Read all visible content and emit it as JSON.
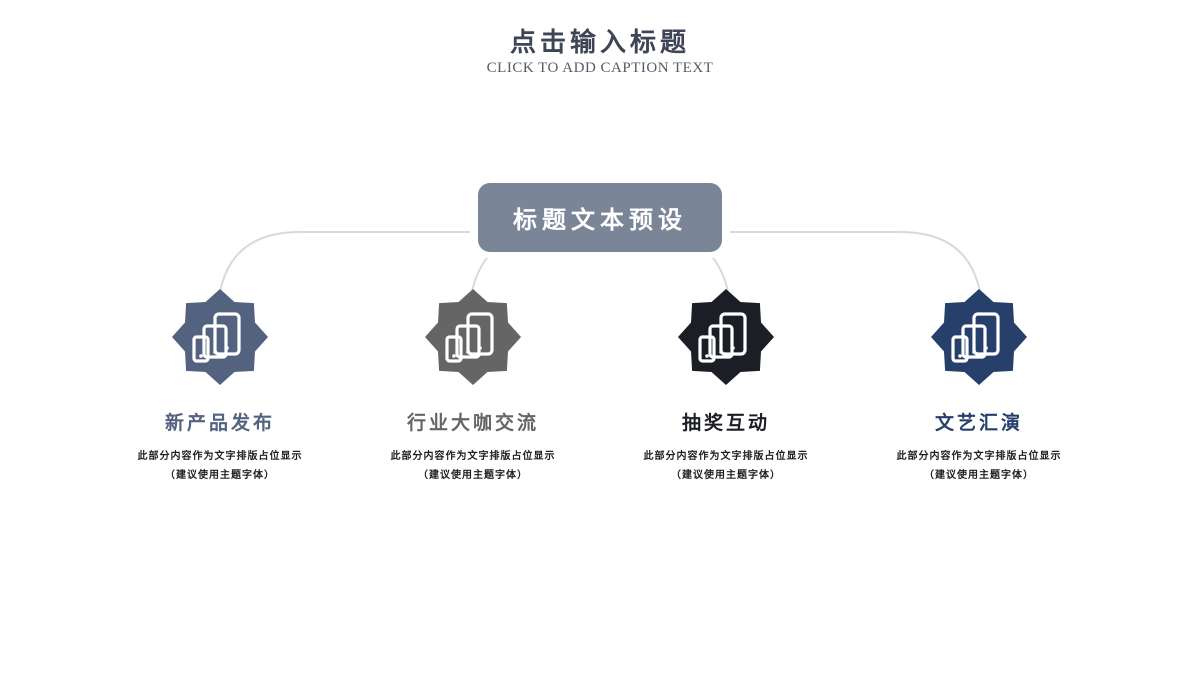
{
  "header": {
    "title": "点击输入标题",
    "caption": "CLICK TO ADD CAPTION TEXT"
  },
  "center": {
    "label": "标题文本预设"
  },
  "branches": [
    {
      "title": "新产品发布",
      "desc": "此部分内容作为文字排版占位显示 （建议使用主题字体）",
      "color": "#53627f",
      "icon": "devices-icon"
    },
    {
      "title": "行业大咖交流",
      "desc": "此部分内容作为文字排版占位显示 （建议使用主题字体）",
      "color": "#656565",
      "icon": "devices-icon"
    },
    {
      "title": "抽奖互动",
      "desc": "此部分内容作为文字排版占位显示 （建议使用主题字体）",
      "color": "#1c1e26",
      "icon": "devices-icon"
    },
    {
      "title": "文艺汇演",
      "desc": "此部分内容作为文字排版占位显示 （建议使用主题字体）",
      "color": "#26406b",
      "icon": "devices-icon"
    }
  ]
}
